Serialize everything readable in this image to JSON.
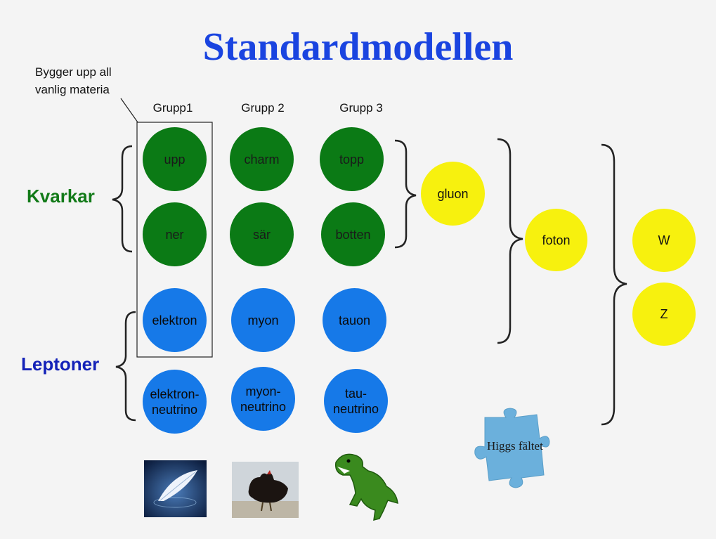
{
  "title": "Standardmodellen",
  "note": {
    "line1": "Bygger upp all",
    "line2": "vanlig materia"
  },
  "groups": [
    "Grupp1",
    "Grupp 2",
    "Grupp 3"
  ],
  "categories": {
    "quarks": "Kvarkar",
    "leptons": "Leptoner"
  },
  "quarks": [
    [
      "upp",
      "charm",
      "topp"
    ],
    [
      "ner",
      "sär",
      "botten"
    ]
  ],
  "leptons": {
    "charged": [
      "elektron",
      "myon",
      "tauon"
    ],
    "neutrinos": [
      {
        "l1": "elektron-",
        "l2": "neutrino"
      },
      {
        "l1": "myon-",
        "l2": "neutrino"
      },
      {
        "l1": "tau-",
        "l2": "neutrino"
      }
    ]
  },
  "bosons": {
    "gluon": "gluon",
    "photon": "foton",
    "w": "W",
    "z": "Z"
  },
  "higgs": "Higgs fältet",
  "colors": {
    "title": "#1a44e0",
    "quark": "#0b7a15",
    "lepton": "#1679e8",
    "boson": "#f7f10e",
    "kvarkar_label": "#127a18",
    "leptoner_label": "#1422b8",
    "puzzle": "#6bb0dc"
  },
  "icons": [
    "feather-photo-icon",
    "hen-photo-icon",
    "dinosaur-icon",
    "puzzle-piece-icon"
  ]
}
